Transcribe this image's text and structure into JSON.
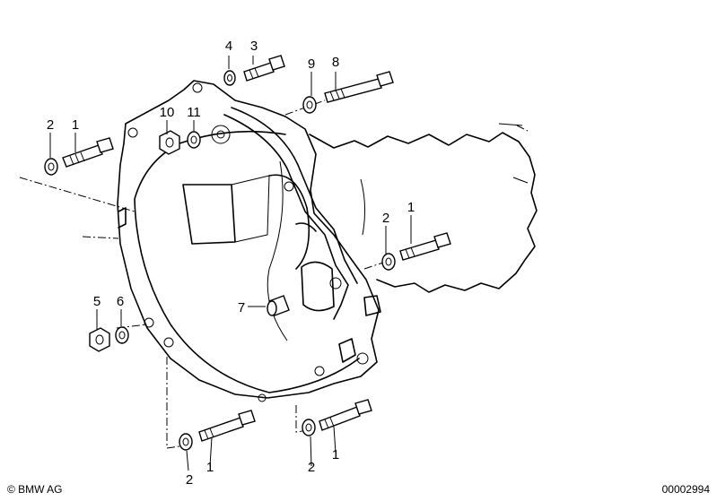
{
  "copyright": "© BMW AG",
  "diagram_number": "00002994",
  "callouts": [
    {
      "id": "c-4-top",
      "label": "4"
    },
    {
      "id": "c-3-top",
      "label": "3"
    },
    {
      "id": "c-9-top",
      "label": "9"
    },
    {
      "id": "c-8-top",
      "label": "8"
    },
    {
      "id": "c-2-left",
      "label": "2"
    },
    {
      "id": "c-1-left",
      "label": "1"
    },
    {
      "id": "c-10",
      "label": "10"
    },
    {
      "id": "c-11",
      "label": "11"
    },
    {
      "id": "c-2-right",
      "label": "2"
    },
    {
      "id": "c-1-right",
      "label": "1"
    },
    {
      "id": "c-7",
      "label": "7"
    },
    {
      "id": "c-5",
      "label": "5"
    },
    {
      "id": "c-6",
      "label": "6"
    },
    {
      "id": "c-2-bottom-left",
      "label": "2"
    },
    {
      "id": "c-1-bottom-left",
      "label": "1"
    },
    {
      "id": "c-2-bottom-right",
      "label": "2"
    },
    {
      "id": "c-1-bottom-right",
      "label": "1"
    }
  ]
}
